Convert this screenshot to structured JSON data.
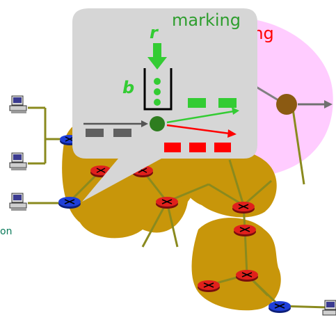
{
  "labels": {
    "marking": "marking",
    "scheduling_fragment": "ling",
    "rate_symbol": "r",
    "bucket_symbol": "b",
    "left_edge_fragment": "on"
  },
  "colors": {
    "callout_bg": "#d6d6d6",
    "scheduling_bg": "#ffccff",
    "cloud": "#c8960a",
    "link": "#8a8a1e",
    "core_router": "#e0201c",
    "edge_router": "#1f3fd8",
    "green": "#33cc33",
    "red": "#ff0000",
    "gray_packet": "#606060",
    "dark_green_node": "#2e7d1f",
    "brown_node": "#8b5a12"
  },
  "icons": [
    "host-computer-icon",
    "router-icon"
  ]
}
